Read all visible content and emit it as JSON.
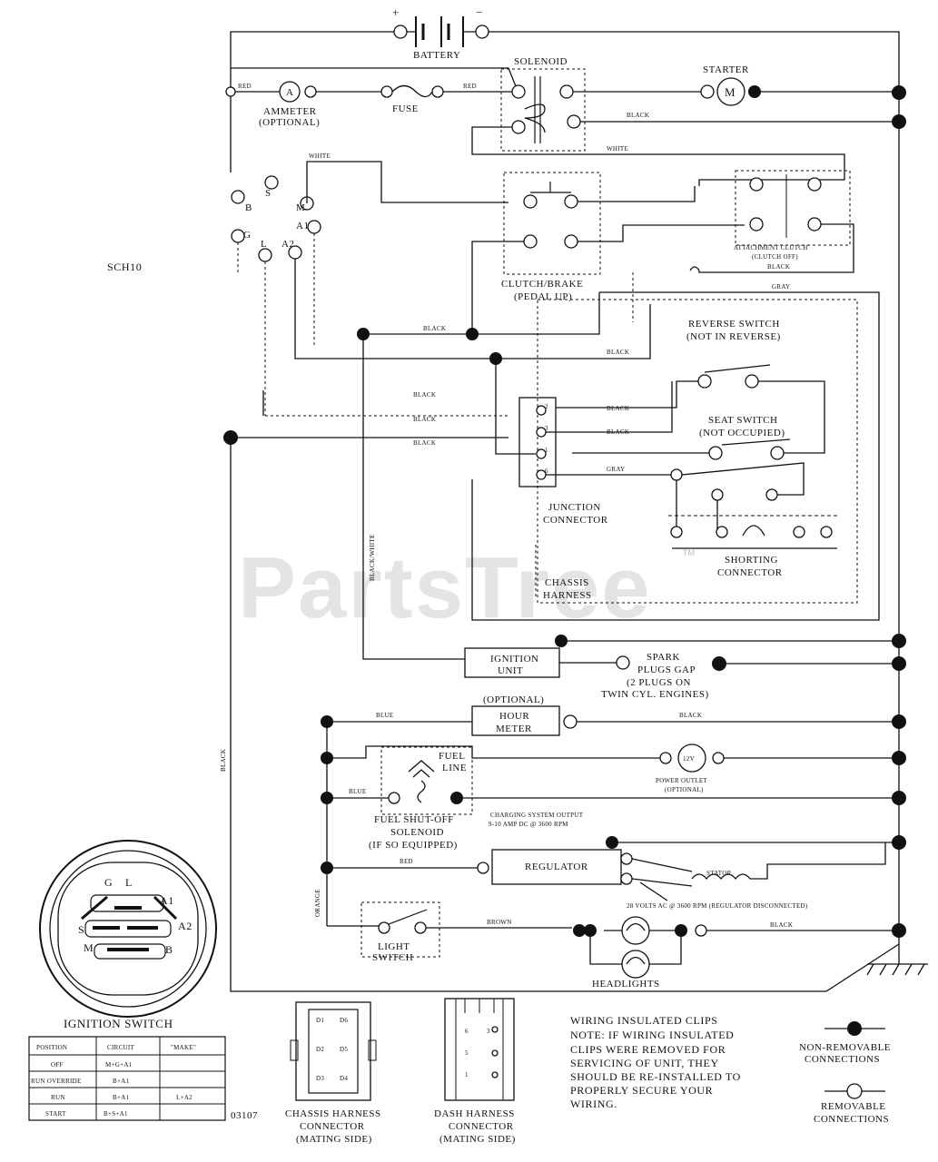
{
  "watermark": "PartsTree",
  "watermark_tm": "TM",
  "diagram_id": "SCH10",
  "doc_number": "03107",
  "components": {
    "battery": "BATTERY",
    "battery_plus": "+",
    "battery_minus": "−",
    "solenoid": "SOLENOID",
    "starter": "STARTER",
    "starter_symbol": "M",
    "ammeter_1": "AMMETER",
    "ammeter_2": "(OPTIONAL)",
    "ammeter_symbol": "A",
    "fuse": "FUSE",
    "clutch_brake_1": "CLUTCH/BRAKE",
    "clutch_brake_2": "(PEDAL UP)",
    "attach_clutch_1": "ATTACHMENT CLUTCH",
    "attach_clutch_2": "(CLUTCH OFF)",
    "reverse_switch_1": "REVERSE SWITCH",
    "reverse_switch_2": "(NOT IN REVERSE)",
    "seat_switch_1": "SEAT SWITCH",
    "seat_switch_2": "(NOT OCCUPIED)",
    "junction_1": "JUNCTION",
    "junction_2": "CONNECTOR",
    "shorting_1": "SHORTING",
    "shorting_2": "CONNECTOR",
    "chassis_1": "CHASSIS",
    "chassis_2": "HARNESS",
    "ignition_unit_1": "IGNITION",
    "ignition_unit_2": "UNIT",
    "spark_1": "SPARK",
    "spark_2": "PLUGS GAP",
    "spark_3": "(2 PLUGS ON",
    "spark_4": "TWIN CYL. ENGINES)",
    "hour_meter_opt": "(OPTIONAL)",
    "hour_meter_1": "HOUR",
    "hour_meter_2": "METER",
    "fuel_line_1": "FUEL",
    "fuel_line_2": "LINE",
    "power_outlet_1": "POWER OUTLET",
    "power_outlet_2": "(OPTIONAL)",
    "power_outlet_symbol": "12V",
    "fuel_solenoid_1": "FUEL SHUT-OFF",
    "fuel_solenoid_2": "SOLENOID",
    "fuel_solenoid_3": "(IF SO EQUIPPED)",
    "charging_1": "CHARGING SYSTEM OUTPUT",
    "charging_2": "9-10 AMP DC @ 3600 RPM",
    "regulator": "REGULATOR",
    "stator": "STATOR",
    "stator_note": "28 VOLTS AC @ 3600 RPM (REGULATOR DISCONNECTED)",
    "light_switch_1": "LIGHT",
    "light_switch_2": "SWITCH",
    "headlights": "HEADLIGHTS"
  },
  "ignition_terminals": [
    "S",
    "M",
    "A1",
    "A2",
    "L",
    "G",
    "B"
  ],
  "junction_pins": [
    "2",
    "3",
    "1",
    "6"
  ],
  "wire_labels": {
    "red_top": "RED",
    "red_2": "RED",
    "black_solenoid": "BLACK",
    "white_1": "WHITE",
    "white_2": "WHITE",
    "black_clutch": "BLACK",
    "gray_1": "GRAY",
    "black_a": "BLACK",
    "black_b": "BLACK",
    "black_c": "BLACK",
    "black_d": "BLACK",
    "black_e": "BLACK",
    "black_f": "BLACK",
    "black_g": "BLACK",
    "gray_2": "GRAY",
    "black_ground": "BLACK",
    "blue_hour": "BLUE",
    "black_hour": "BLACK",
    "blue_fuel": "BLUE",
    "red_reg": "RED",
    "orange": "ORANGE",
    "brown": "BROWN",
    "black_light": "BLACK",
    "black_vert": "BLACK",
    "black_white": "BLACK/WHITE"
  },
  "ignition_switch": {
    "title": "IGNITION SWITCH",
    "terminals": [
      "G",
      "L",
      "A1",
      "A2",
      "B",
      "M",
      "S"
    ],
    "table_headers": [
      "POSITION",
      "CIRCUIT",
      "\"MAKE\""
    ],
    "rows": [
      [
        "OFF",
        "M+G+A1",
        ""
      ],
      [
        "RUN OVERRIDE",
        "B+A1",
        ""
      ],
      [
        "RUN",
        "B+A1",
        "L+A2"
      ],
      [
        "START",
        "B+S+A1",
        ""
      ]
    ]
  },
  "chassis_connector": {
    "label_1": "CHASSIS HARNESS",
    "label_2": "CONNECTOR",
    "label_3": "(MATING SIDE)",
    "pins_left": [
      "D1",
      "D2",
      "D3"
    ],
    "pins_right": [
      "D6",
      "D5",
      "D4"
    ]
  },
  "dash_connector": {
    "label_1": "DASH HARNESS",
    "label_2": "CONNECTOR",
    "label_3": "(MATING SIDE)",
    "pins_left": [
      "6",
      "5",
      "1"
    ],
    "pins_right": [
      "3",
      "",
      ""
    ]
  },
  "notes": {
    "line_1": "WIRING INSULATED CLIPS",
    "line_2": "NOTE: IF WIRING INSULATED",
    "line_3": "CLIPS WERE REMOVED FOR",
    "line_4": "SERVICING OF UNIT, THEY",
    "line_5": "SHOULD BE RE-INSTALLED TO",
    "line_6": "PROPERLY SECURE YOUR",
    "line_7": "WIRING."
  },
  "legend": {
    "nonremovable_1": "NON-REMOVABLE",
    "nonremovable_2": "CONNECTIONS",
    "removable_1": "REMOVABLE",
    "removable_2": "CONNECTIONS"
  }
}
